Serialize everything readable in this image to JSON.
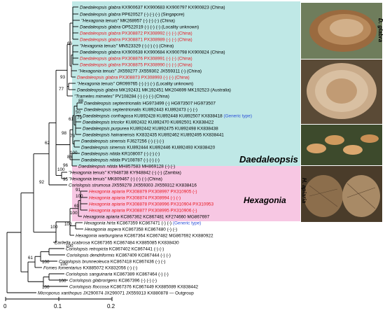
{
  "clades": {
    "daedaleopsis": "Daedaleopsis",
    "hexagonia": "Hexagonia"
  },
  "photo_labels": {
    "d_glabra": "D. glabra",
    "h_apiaria": "H. apiaria"
  },
  "scale_ticks": [
    "0",
    "0.1",
    "0.2"
  ],
  "colors": {
    "daedaleopsis_box": "#bfe8e6",
    "hexagonia_box": "#f7c7e3",
    "red_taxon": "#e8141c",
    "generic_type": "#2a4fd8",
    "branch": "#000000"
  },
  "taxa": [
    {
      "name": "Daedaleopsis glabra",
      "acc": " KX900637 KX900683 KX900797 KX900823 (China)",
      "color": "black"
    },
    {
      "name": "Daedaleopsis glabra",
      "acc": " PP620527 (-) (-) (-) (Singapore)",
      "color": "black"
    },
    {
      "name": "\"Hexagonia tenuis\"",
      "acc": " MK268957 (-) (-) (-) (China)",
      "color": "black"
    },
    {
      "name": "Daedaleopsis glabra",
      "acc": " OP522019 (-) (-) (-) (Locality unknown)",
      "color": "black"
    },
    {
      "name": "Daedaleopsis glabra",
      "acc": " PX308872 PX308992 (-) (-) (China)",
      "color": "red"
    },
    {
      "name": "Daedaleopsis glabra",
      "acc": " PX308871 PX308989 (-) (-) (China)",
      "color": "red"
    },
    {
      "name": "\"Hexagonia tenuis\"",
      "acc": " MN523329 (-) (-) (-) (China)",
      "color": "black"
    },
    {
      "name": "Daedaleopsis glabra",
      "acc": " KX900638 KX900684 KX900798 KX900824 (China)",
      "color": "black"
    },
    {
      "name": "Daedaleopsis glabra",
      "acc": " PX308876 PX308991 (-) (-) (China)",
      "color": "red"
    },
    {
      "name": "Daedaleopsis glabra",
      "acc": " PX308875 PX308990 (-) (-) (China)",
      "color": "red"
    },
    {
      "name": "\"Hexagonia tenuis\"",
      "acc": " JX559277 JX559302 JX559311 (-) (China)",
      "color": "black"
    },
    {
      "name": "Daedaleopsis glabra",
      "acc": " PX308873 PX308993 (-) (-) (China)",
      "color": "red"
    },
    {
      "name": "\"Hexagonia tenuis\"",
      "acc": " OR099765 (-) (-) (-) (Locality unknown)",
      "color": "black"
    },
    {
      "name": "Daedaleopsis glabra",
      "acc": " MK192431 MK192451 MK204699 MK192523 (Australia)",
      "color": "black"
    },
    {
      "name": "\"Trametes mimetes\"",
      "acc": " PV108284 (-) (-) (-) (China)",
      "color": "black"
    },
    {
      "name": "Daedaleopsis septentrionalis",
      "acc": " HG973499 (-) HG973507 HG973507",
      "color": "black"
    },
    {
      "name": "Daedaleopsis septentrionalis",
      "acc": " KU892443 KU892473 (-) (-)",
      "color": "black"
    },
    {
      "name": "Daedaleopsis confragosa",
      "acc": " KU892428 KU892448 KU892507 KX838418",
      "color": "black",
      "generic": "(Generic type)"
    },
    {
      "name": "Daedaleopsis tricolor",
      "acc": " KU892432 KU892470 KU892501 KX838422",
      "color": "black"
    },
    {
      "name": "Daedaleopsis purpurea",
      "acc": " KU892442 KU892475 KU892498 KX838438",
      "color": "black"
    },
    {
      "name": "Daedaleopsis hainanensis",
      "acc": " KX832435 KU892462 KU892495 KX838441",
      "color": "black"
    },
    {
      "name": "Daedaleopsis sinensis",
      "acc": " FJ627256 (-) (-) (-)",
      "color": "black"
    },
    {
      "name": "Daedaleopsis sinensis",
      "acc": " KU892444 KU892446 KU892493 KX838420",
      "color": "black"
    },
    {
      "name": "Daedaleopsis nitida",
      "acc": " KR108007 (-) (-) (-)",
      "color": "black"
    },
    {
      "name": "Daedaleopsis nitida",
      "acc": " PV108787 (-) (-) (-)",
      "color": "black"
    },
    {
      "name": "Daedaleopsis nitida",
      "acc": " MH857583 MH869128 (-) (-)",
      "color": "black"
    },
    {
      "name": "\"Hexagonia tenuis\"",
      "acc": " KY948738 KY948842 (-) (-) (Zambia)",
      "color": "black"
    },
    {
      "name": "\"Hexagonia tenuis\"",
      "acc": " MK809467 (-) (-) (-) (China)",
      "color": "black"
    },
    {
      "name": "Coriolopsis strumosa",
      "acc": " JX559278 JX559303 JX559312 KX838416",
      "color": "black"
    },
    {
      "name": "Hexagonia apiaria",
      "acc": " PX308879 PX308997 PX310905 (-)",
      "color": "red"
    },
    {
      "name": "Hexagonia apiaria",
      "acc": " PX308874 PX308994 (-) (-)",
      "color": "red"
    },
    {
      "name": "Hexagonia apiaria",
      "acc": " PX308878 PX308996 PX310904 PX310953",
      "color": "red"
    },
    {
      "name": "Hexagonia apiaria",
      "acc": " PX308877 PX308995 PX310906 (-)",
      "color": "red"
    },
    {
      "name": "Hexagonia apiaria",
      "acc": " KC867362 KC867481 KF274660 MG867697",
      "color": "black"
    },
    {
      "name": "Hexagonia hirta",
      "acc": " KC867359 KC867471 (-) (-)",
      "color": "black",
      "generic": "(Generic type)"
    },
    {
      "name": "Hexagonia aspera",
      "acc": " KC867358 KC867480 (-) (-)",
      "color": "black"
    },
    {
      "name": "Hexagonia warburgiana",
      "acc": " KC867364 KC867482 MG867692 KX880922",
      "color": "black"
    },
    {
      "name": "Earliella scabrosa",
      "acc": " KC867365 KC867484 KX885085 KX838430",
      "color": "black"
    },
    {
      "name": "Coriolopsis retropicta",
      "acc": " KC867402 KC867441 (-) (-)",
      "color": "black"
    },
    {
      "name": "Coriolopsis dendriformis",
      "acc": " KC867409 KC867444 (-) (-)",
      "color": "black"
    },
    {
      "name": "Coriolopsis brunneoleuca",
      "acc": " KC867418 KC867436 (-) (-)",
      "color": "black"
    },
    {
      "name": "Fomes fomentarius",
      "acc": " KX885072 KX832056 (-) (-)",
      "color": "black"
    },
    {
      "name": "Coriolopsis sanguinaria",
      "acc": " KC867389 KC867464 (-) (-)",
      "color": "black"
    },
    {
      "name": "Coriolopsis glabrorigens",
      "acc": " KC867396 (-) (-) (-)",
      "color": "black"
    },
    {
      "name": "Coriolopsis floccosa",
      "acc": " KC867376 KC867449 KX885089 KX838442",
      "color": "black"
    },
    {
      "name": "Microporus xanthopus",
      "acc": " JX290074 JX290071 JX559313 KX880878 — Outgroup",
      "color": "black"
    }
  ],
  "support_values": [
    "66",
    "93",
    "77",
    "88",
    "50",
    "79",
    "61",
    "98",
    "73",
    "100",
    "86",
    "100",
    "62",
    "96",
    "95",
    "92",
    "91",
    "100",
    "69",
    "100",
    "100",
    "100",
    "100",
    "61",
    "100",
    "100",
    "100",
    "100"
  ]
}
